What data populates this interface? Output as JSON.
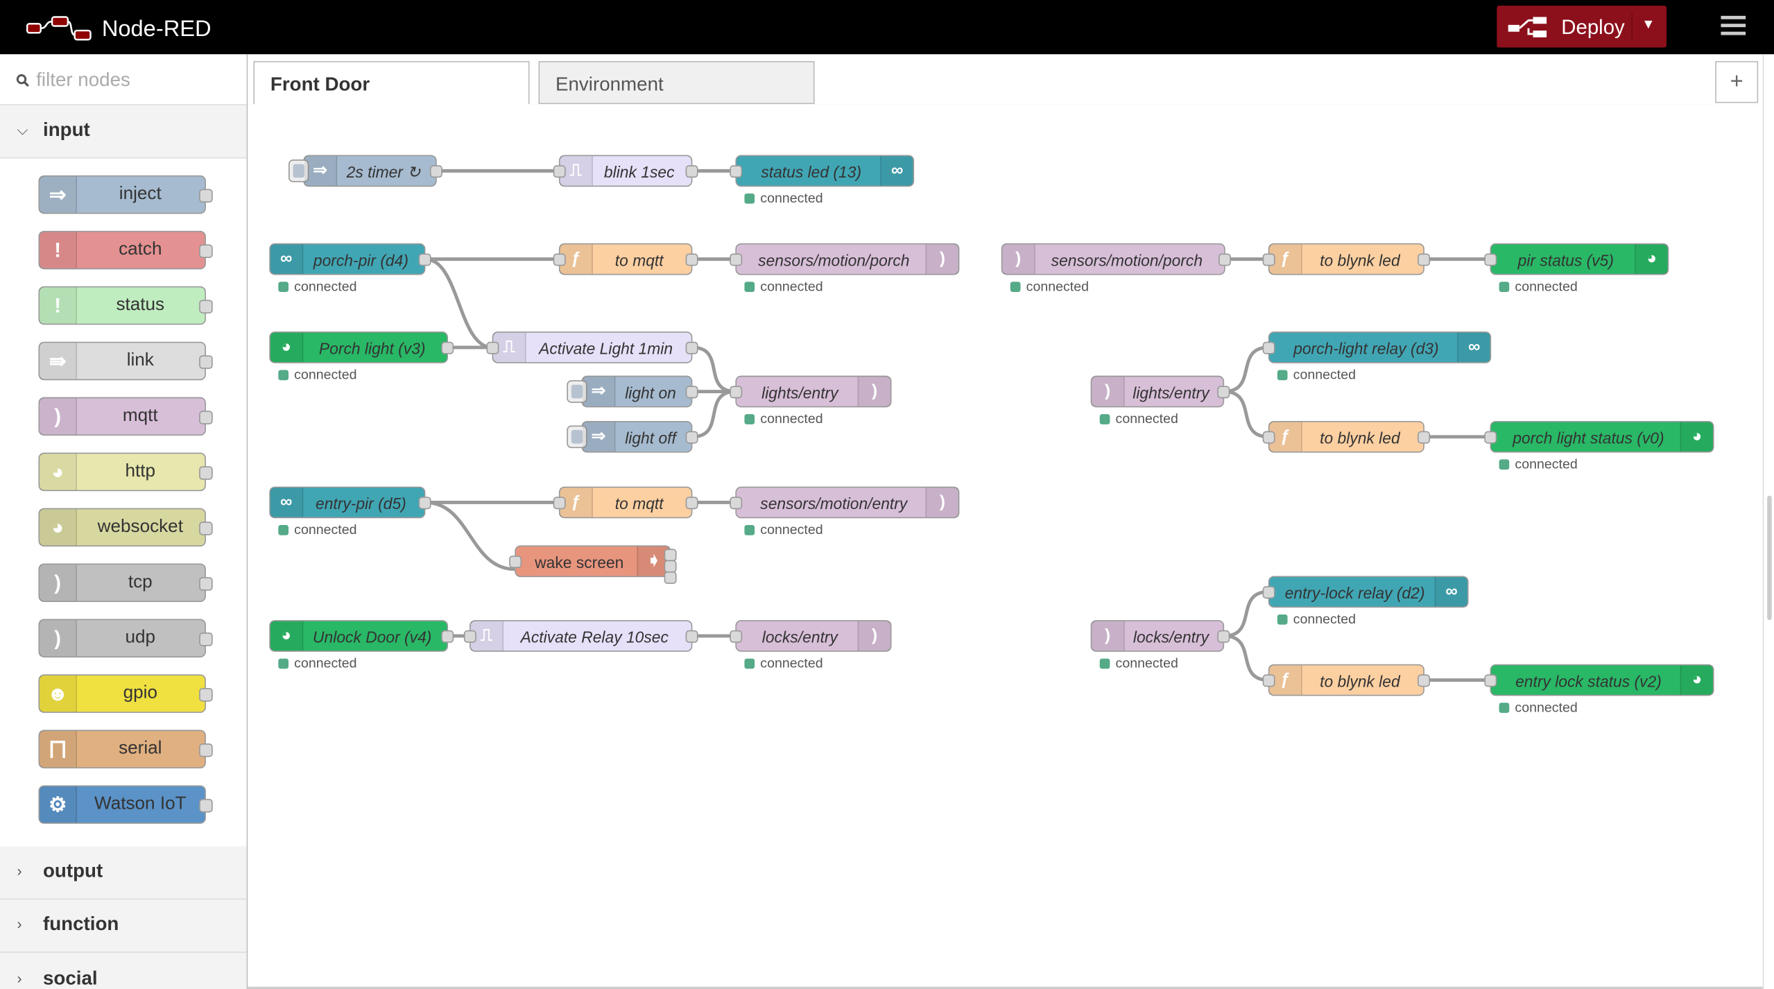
{
  "header": {
    "title": "Node-RED",
    "deploy_label": "Deploy"
  },
  "palette": {
    "filter_placeholder": "filter nodes",
    "open_category": "input",
    "nodes": [
      {
        "label": "inject",
        "color": "#a6bbcf",
        "icon": "inject-icon",
        "glyph": "⇒"
      },
      {
        "label": "catch",
        "color": "#e49191",
        "icon": "alert-icon",
        "glyph": "!"
      },
      {
        "label": "status",
        "color": "#c0edc0",
        "icon": "alert-icon",
        "glyph": "!"
      },
      {
        "label": "link",
        "color": "#dddddd",
        "icon": "link-icon",
        "glyph": "⇛"
      },
      {
        "label": "mqtt",
        "color": "#d8bfd8",
        "icon": "bridge-icon",
        "glyph": ")"
      },
      {
        "label": "http",
        "color": "#e7e7ae",
        "icon": "globe-icon",
        "glyph": "◕"
      },
      {
        "label": "websocket",
        "color": "#d7d7a0",
        "icon": "globe-icon",
        "glyph": "◕"
      },
      {
        "label": "tcp",
        "color": "#c0c0c0",
        "icon": "bridge-icon",
        "glyph": ")"
      },
      {
        "label": "udp",
        "color": "#c0c0c0",
        "icon": "bridge-icon",
        "glyph": ")"
      },
      {
        "label": "gpio",
        "color": "#f0e040",
        "icon": "raspberry-icon",
        "glyph": "☻"
      },
      {
        "label": "serial",
        "color": "#e0b080",
        "icon": "serial-icon",
        "glyph": "⨅"
      },
      {
        "label": "Watson IoT",
        "color": "#5b93c8",
        "icon": "chip-icon",
        "glyph": "⚙"
      }
    ],
    "closed_categories": [
      "output",
      "function",
      "social"
    ]
  },
  "tabs": [
    {
      "label": "Front Door",
      "active": true
    },
    {
      "label": "Environment",
      "active": false
    }
  ],
  "status_text": "connected",
  "colors": {
    "blynk": "#41a6b4",
    "mqtt": "#d8bfd8",
    "func": "#fdd0a2",
    "trigger": "#e6e0f8",
    "inject": "#a6bbcf",
    "green": "#29b866",
    "exec": "#e8957e"
  }
}
